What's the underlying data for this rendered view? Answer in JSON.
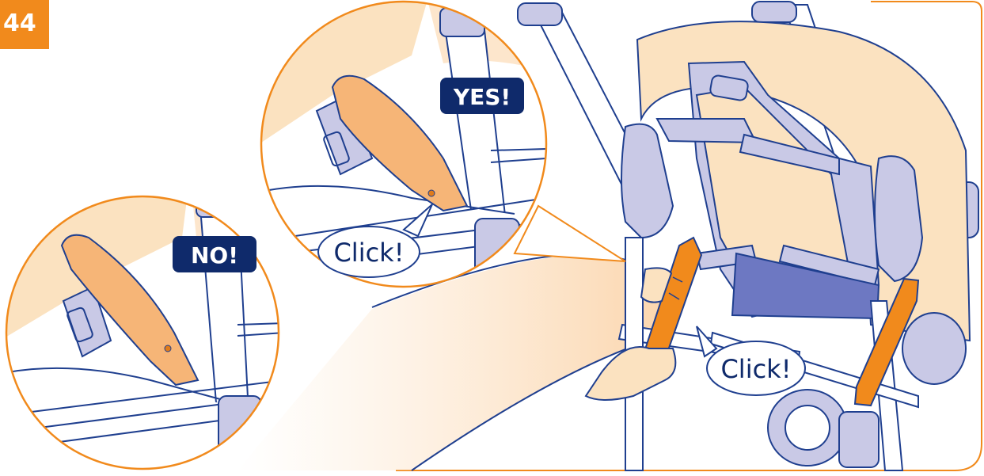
{
  "step": {
    "number": "44"
  },
  "labels": {
    "yes": "YES!",
    "no": "NO!",
    "click_top": "Click!",
    "click_main": "Click!"
  },
  "colors": {
    "accent_orange": "#f18a1c",
    "label_navy": "#0f2a6b",
    "line_blue": "#1f3f8f",
    "fabric_peach": "#fbe2c0",
    "frame_lavender": "#c9c9e6",
    "seat_blue": "#6d78c2",
    "tube_white": "#ffffff"
  },
  "icons": {
    "hand": "hand-icon",
    "lock_lever": "lock-lever-icon",
    "click_bubble": "speech-bubble-icon"
  }
}
